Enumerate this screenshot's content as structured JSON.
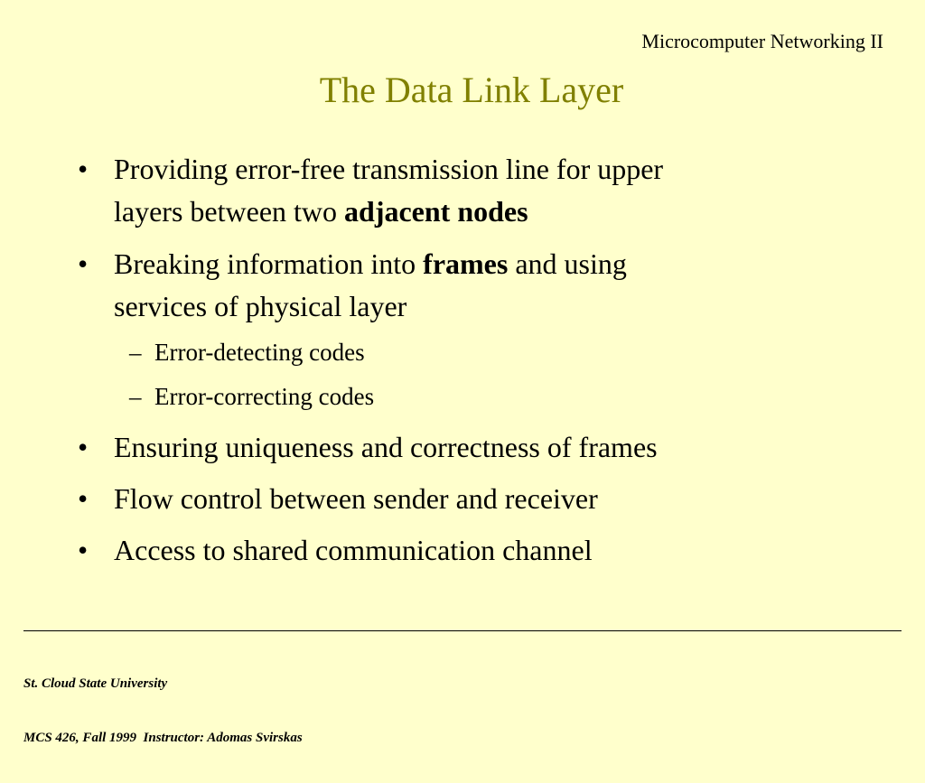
{
  "header": {
    "course": "Microcomputer Networking II",
    "title": "The Data Link Layer"
  },
  "bullets": [
    {
      "line1": "Providing error-free transmission line for upper",
      "line2_pre": "layers between two ",
      "line2_bold": "adjacent nodes"
    },
    {
      "line1_pre": "Breaking information into ",
      "line1_bold": "frames",
      "line1_post": " and using",
      "line2": "services of physical layer",
      "sub": [
        "Error-detecting codes",
        "Error-correcting codes"
      ]
    },
    {
      "text": "Ensuring uniqueness and correctness of frames"
    },
    {
      "text": "Flow control between sender and receiver"
    },
    {
      "text": "Access to shared communication channel"
    }
  ],
  "markers": {
    "bullet": "•",
    "dash": "–"
  },
  "footer": {
    "line1": "St. Cloud State University",
    "line2": "MCS 426, Fall 1999  Instructor: Adomas Svirskas"
  },
  "colors": {
    "background": "#ffffcc",
    "title": "#808000",
    "text": "#000000"
  }
}
